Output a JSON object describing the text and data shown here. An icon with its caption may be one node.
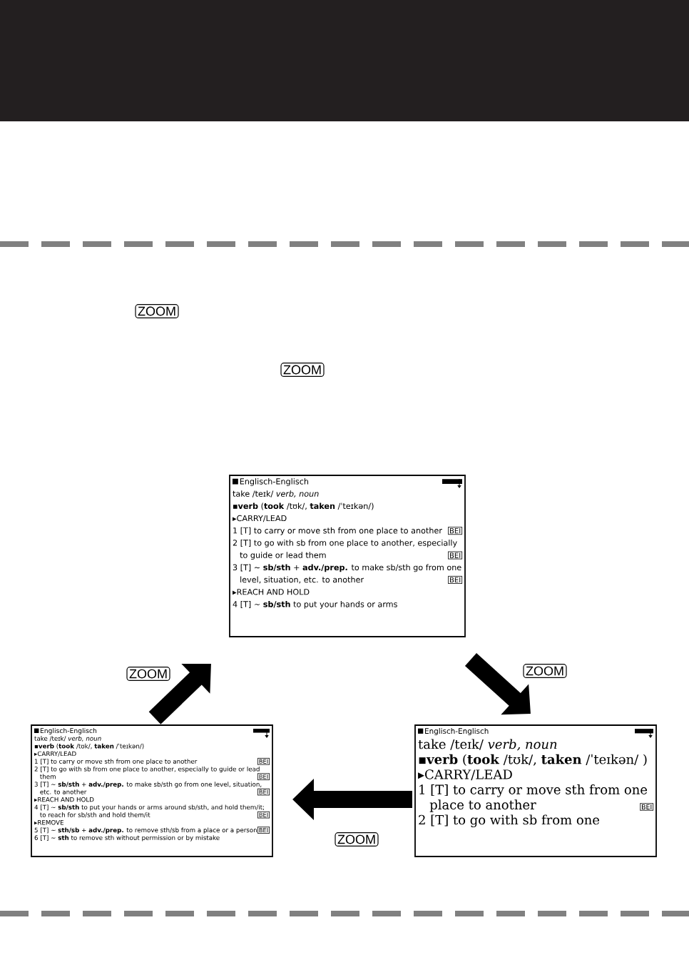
{
  "diagram": {
    "nodes": [
      {
        "text": [
          "Englisch-Englisch",
          "take /teɪk/ *verb, noun*",
          "▪**verb** (**took** /tʊk/, **taken** /ˈteɪkən/)",
          "▸CARRY/LEAD",
          "1 [T] to carry or move sth from one place to another",
          "BEI",
          "2 [T] to go with sb from one place to another, especially to guide or lead them",
          "BEI",
          "3 [T] ~ **sb/sth** + **adv./prep.** to make sb/sth go from one level, situation, etc. to another",
          "BEI",
          "▸REACH AND HOLD",
          "4 [T] ~ **sb/sth** to put your hands or arms"
        ]
      },
      {
        "text": [
          "Englisch-Englisch",
          "take /teɪk/ *verb, noun*",
          "▪**verb** (**took** /tʊk/, **taken** /ˈteɪkən/)",
          "▸CARRY/LEAD",
          "1 [T] to carry or move sth from one place to another",
          "BEI",
          "2 [T] to go with sb from one place to another, especially to guide or lead them",
          "BEI",
          "3 [T] ~ **sb/sth** + **adv./prep.** to make sb/sth go from one level, situation, etc. to another",
          "BEI",
          "▸REACH AND HOLD",
          "4 [T] ~ **sb/sth** to put your hands or arms around sb/sth, and hold them/it; to reach for sb/sth and hold them/it",
          "BEI",
          "▸REMOVE",
          "5 [T] ~ **sth/sb** + **adv./prep.** to remove sth/sb from a place or a person",
          "BEI",
          "6 [T] ~ **sth** to remove sth without permission or by mistake"
        ]
      },
      {
        "text": [
          "Englisch-Englisch",
          "take /teɪk/ *verb, noun*",
          "▪**verb** (**took** /tʊk/, **taken** /ˈteɪkən/ )",
          "▸CARRY/LEAD",
          "1 [T] to carry or move sth from one place to another",
          "BEI",
          "2 [T] to go with sb from one"
        ]
      }
    ],
    "edges": [
      {
        "from": 0,
        "to": 2,
        "arrow": "to",
        "label": "ZOOM"
      },
      {
        "from": 2,
        "to": 1,
        "arrow": "to",
        "label": "ZOOM"
      },
      {
        "from": 1,
        "to": 0,
        "arrow": "to",
        "label": "ZOOM"
      }
    ],
    "labels": [
      "ZOOM",
      "ZOOM"
    ]
  }
}
